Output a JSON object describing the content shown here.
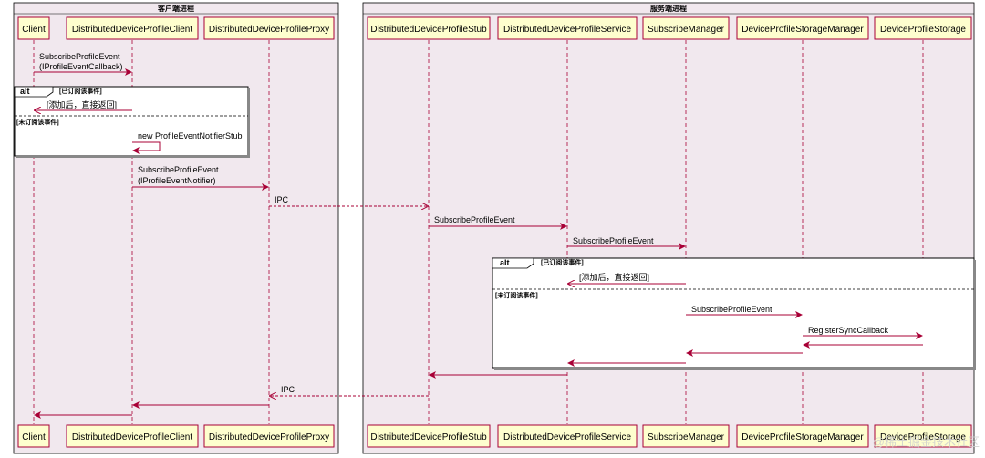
{
  "groups": {
    "client_title": "客户端进程",
    "server_title": "服务端进程"
  },
  "participants": [
    "Client",
    "DistributedDeviceProfileClient",
    "DistributedDeviceProfileProxy",
    "DistributedDeviceProfileStub",
    "DistributedDeviceProfileService",
    "SubscribeManager",
    "DeviceProfileStorageManager",
    "DeviceProfileStorage"
  ],
  "messages": {
    "m1_line1": "SubscribeProfileEvent",
    "m1_line2": "(IProfileEventCallback)",
    "alt1_subscribed_return": "[添加后，直接返回]",
    "m2": "new ProfileEventNotifierStub",
    "m3_line1": "SubscribeProfileEvent",
    "m3_line2": "(IProfileEventNotifier)",
    "ipc_request": "IPC",
    "m5": "SubscribeProfileEvent",
    "m6": "SubscribeProfileEvent",
    "alt2_subscribed_return": "[添加后，直接返回]",
    "m8": "SubscribeProfileEvent",
    "m9": "RegisterSyncCallback",
    "ipc_response": "IPC"
  },
  "fragments": {
    "alt_keyword": "alt",
    "subscribed": "[已订阅该事件]",
    "not_subscribed": "[未订阅该事件]"
  },
  "watermark": "@稀土掘金技术社区",
  "colors": {
    "participant_fill": "#fefece",
    "participant_stroke": "#a80036",
    "group_fill": "#f1e8ee",
    "message_line": "#a80036",
    "lifeline": "#a80036"
  }
}
